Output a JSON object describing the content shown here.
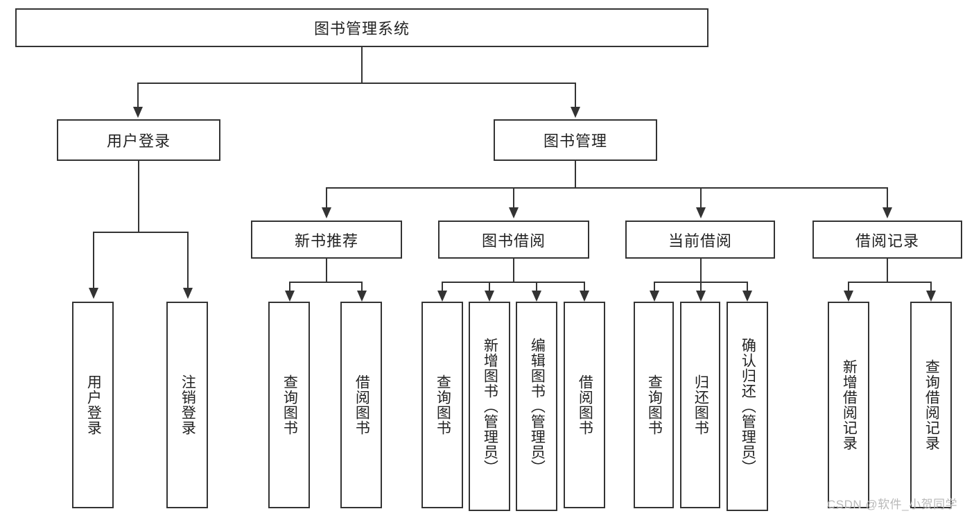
{
  "diagram": {
    "type": "tree-hierarchy-chart",
    "title_node": {
      "label": "图书管理系统"
    },
    "level1": [
      {
        "id": "user-login",
        "label": "用户登录"
      },
      {
        "id": "book-management",
        "label": "图书管理"
      }
    ],
    "level2": [
      {
        "id": "new-book-recommend",
        "label": "新书推荐",
        "parent": "book-management"
      },
      {
        "id": "book-borrow",
        "label": "图书借阅",
        "parent": "book-management"
      },
      {
        "id": "current-borrow",
        "label": "当前借阅",
        "parent": "book-management"
      },
      {
        "id": "borrow-record",
        "label": "借阅记录",
        "parent": "book-management"
      }
    ],
    "leaves": {
      "user_login": [
        {
          "id": "leaf-user-login",
          "label": "用户登录"
        },
        {
          "id": "leaf-logout",
          "label": "注销登录"
        }
      ],
      "new_book_recommend": [
        {
          "id": "leaf-query-book-1",
          "label": "查询图书"
        },
        {
          "id": "leaf-borrow-book-1",
          "label": "借阅图书"
        }
      ],
      "book_borrow": [
        {
          "id": "leaf-query-book-2",
          "label": "查询图书"
        },
        {
          "id": "leaf-add-book",
          "label": "新增图书（管理员）"
        },
        {
          "id": "leaf-edit-book",
          "label": "编辑图书（管理员）"
        },
        {
          "id": "leaf-borrow-book-2",
          "label": "借阅图书"
        }
      ],
      "current_borrow": [
        {
          "id": "leaf-query-book-3",
          "label": "查询图书"
        },
        {
          "id": "leaf-return-book",
          "label": "归还图书"
        },
        {
          "id": "leaf-confirm-return",
          "label": "确认归还（管理员）"
        }
      ],
      "borrow_record": [
        {
          "id": "leaf-add-record",
          "label": "新增借阅记录"
        },
        {
          "id": "leaf-query-record",
          "label": "查询借阅记录"
        }
      ]
    },
    "colors": {
      "stroke": "#333333",
      "background": "#ffffff",
      "text": "#222222",
      "watermark": "#b9b9b9"
    }
  },
  "watermark": {
    "text": "CSDN @软件_小贺同学"
  }
}
